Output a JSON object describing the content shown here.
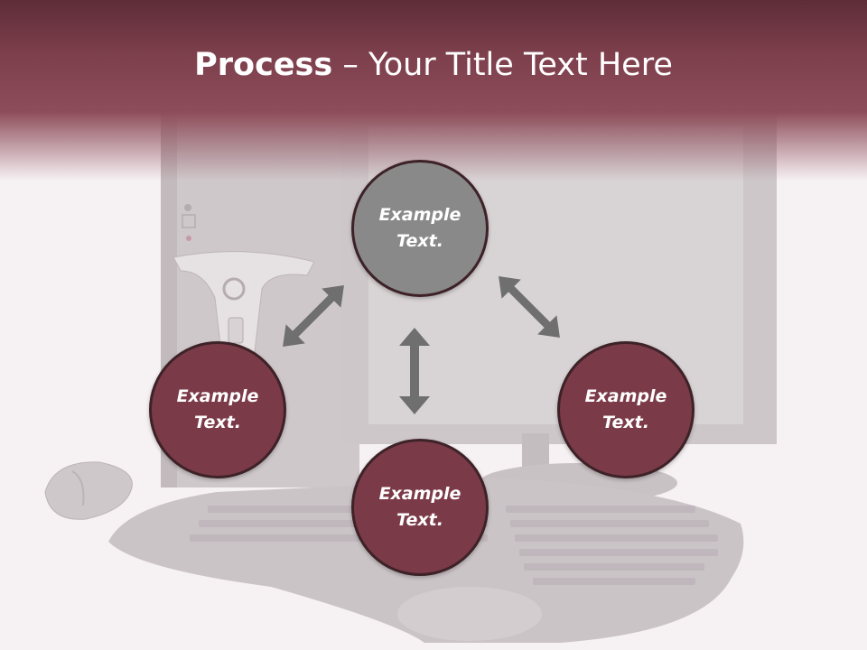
{
  "slide": {
    "title_strong": "Process",
    "title_rest": " – Your Title Text Here"
  },
  "nodes": {
    "top": "Example\nText.",
    "left": "Example\nText.",
    "right": "Example\nText.",
    "bottom": "Example\nText."
  },
  "colors": {
    "title_band": "#7d3f4c",
    "node_fill": "#7b3a48",
    "highlight_node_fill": "#8a8989",
    "node_border": "#3d2228",
    "arrow": "#6f6f6f",
    "background": "#f6f1f3"
  },
  "icons": {
    "arrows": [
      "double-arrow-icon",
      "double-arrow-icon",
      "double-arrow-icon"
    ]
  }
}
